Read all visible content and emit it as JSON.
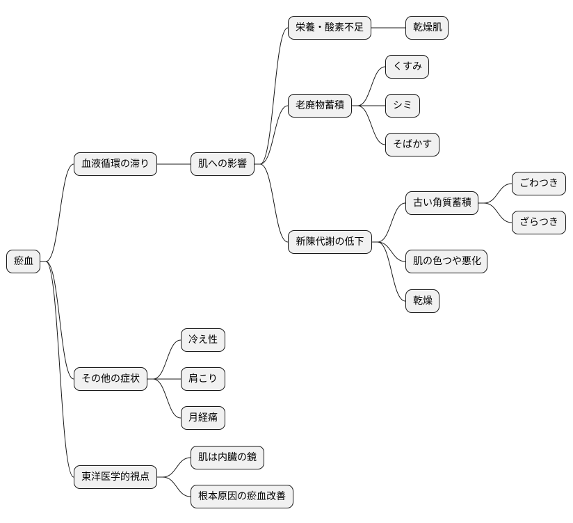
{
  "mindmap": {
    "root": "瘀血",
    "branches": {
      "circulation": "血液循環の滞り",
      "skin_effects": "肌への影響",
      "nutrition": "栄養・酸素不足",
      "dry_skin": "乾燥肌",
      "waste": "老廃物蓄積",
      "dullness": "くすみ",
      "spots": "シミ",
      "freckles": "そばかす",
      "metabolism": "新陳代謝の低下",
      "old_keratin": "古い角質蓄積",
      "stiff": "ごわつき",
      "rough": "ざらつき",
      "complexion": "肌の色つや悪化",
      "dryness": "乾燥",
      "other_symptoms": "その他の症状",
      "cold": "冷え性",
      "shoulder": "肩こり",
      "menstrual": "月経痛",
      "eastern": "東洋医学的視点",
      "mirror": "肌は内臓の鏡",
      "root_cause": "根本原因の瘀血改善"
    }
  }
}
